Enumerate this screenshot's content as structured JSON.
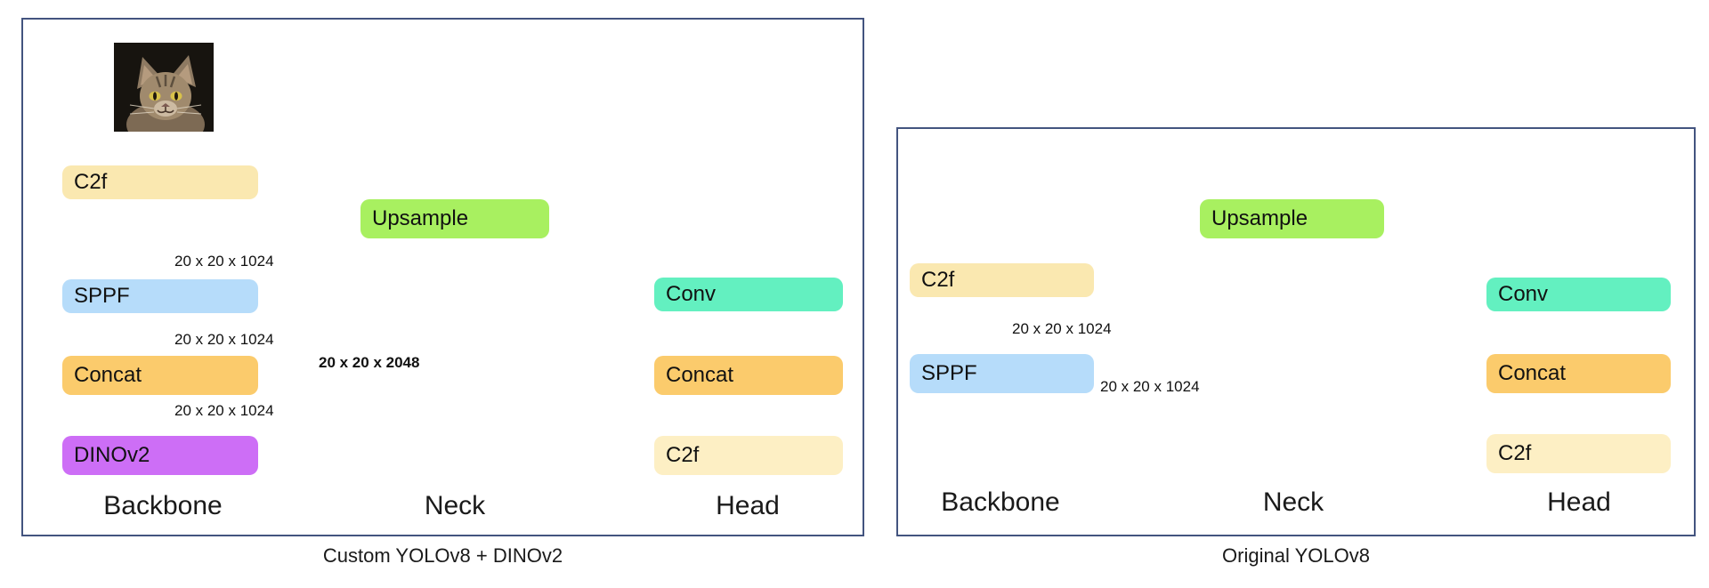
{
  "figure": {
    "type": "architecture-diagram",
    "panels": [
      {
        "id": "custom",
        "caption": "Custom YOLOv8 + DINOv2",
        "sections": [
          "Backbone",
          "Neck",
          "Head"
        ],
        "thumbnail": "cat-photo",
        "blocks": [
          {
            "id": "c2f",
            "label": "C2f",
            "color": "#fae8b0",
            "column": "Backbone"
          },
          {
            "id": "sppf",
            "label": "SPPF",
            "color": "#b6dcfa",
            "column": "Backbone"
          },
          {
            "id": "concat",
            "label": "Concat",
            "color": "#fbcb6c",
            "column": "Backbone"
          },
          {
            "id": "dinov2",
            "label": "DINOv2",
            "color": "#cd6ef6",
            "column": "Backbone"
          },
          {
            "id": "upsample",
            "label": "Upsample",
            "color": "#a8f060",
            "column": "Neck"
          },
          {
            "id": "conv",
            "label": "Conv",
            "color": "#63f0c0",
            "column": "Head"
          },
          {
            "id": "headconcat",
            "label": "Concat",
            "color": "#fbcb6c",
            "column": "Head"
          },
          {
            "id": "headc2f",
            "label": "C2f",
            "color": "#fdefc4",
            "column": "Head"
          }
        ],
        "edge_labels": [
          {
            "id": "c2f-to-sppf",
            "text": "20 x 20 x 1024"
          },
          {
            "id": "sppf-to-concat",
            "text": "20 x 20 x 1024"
          },
          {
            "id": "dinov2-to-concat",
            "text": "20 x 20 x 1024"
          },
          {
            "id": "concat-to-head",
            "text": "20 x 20 x 2048",
            "bold": true
          }
        ]
      },
      {
        "id": "original",
        "caption": "Original YOLOv8",
        "sections": [
          "Backbone",
          "Neck",
          "Head"
        ],
        "blocks": [
          {
            "id": "c2f",
            "label": "C2f",
            "color": "#fae8b0",
            "column": "Backbone"
          },
          {
            "id": "sppf",
            "label": "SPPF",
            "color": "#b6dcfa",
            "column": "Backbone"
          },
          {
            "id": "upsample",
            "label": "Upsample",
            "color": "#a8f060",
            "column": "Neck"
          },
          {
            "id": "conv",
            "label": "Conv",
            "color": "#63f0c0",
            "column": "Head"
          },
          {
            "id": "headconcat",
            "label": "Concat",
            "color": "#fbcb6c",
            "column": "Head"
          },
          {
            "id": "headc2f",
            "label": "C2f",
            "color": "#fdefc4",
            "column": "Head"
          }
        ],
        "edge_labels": [
          {
            "id": "c2f-to-sppf",
            "text": "20 x 20 x 1024"
          },
          {
            "id": "sppf-to-head",
            "text": "20 x 20 x 1024"
          }
        ]
      }
    ],
    "colors": {
      "panel_border": "#43547f",
      "wire": "#000000",
      "background": "#ffffff"
    }
  }
}
